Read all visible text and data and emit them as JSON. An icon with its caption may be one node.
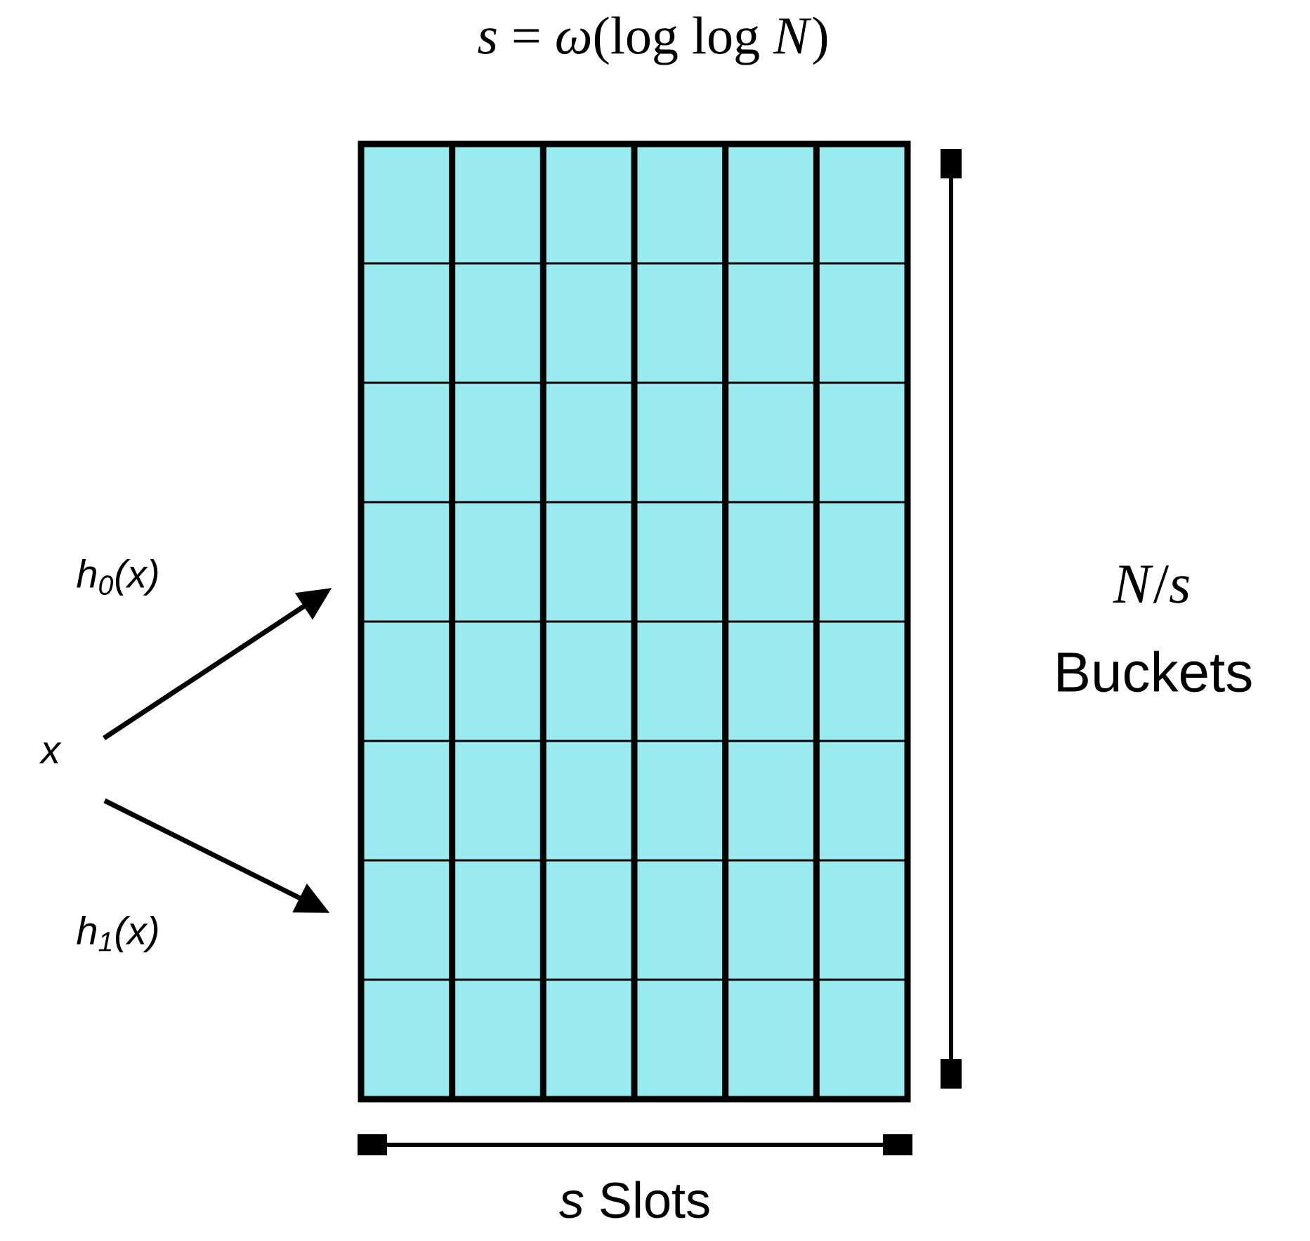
{
  "diagram": {
    "title": "*s* = *ω*(log log *N*)",
    "nodes": [
      {
        "text": [
          "x"
        ]
      },
      {
        "text": [],
        "shape": "box"
      }
    ],
    "edges": [
      {
        "from": 0,
        "to": 1,
        "arrow": "to",
        "label": "h$_{0}$(x)"
      },
      {
        "from": 0,
        "to": 1,
        "arrow": "to",
        "label": "h$_{1}$(x)"
      }
    ],
    "labels": [
      "*N*/*s*",
      "Buckets",
      "*s* Slots"
    ]
  }
}
